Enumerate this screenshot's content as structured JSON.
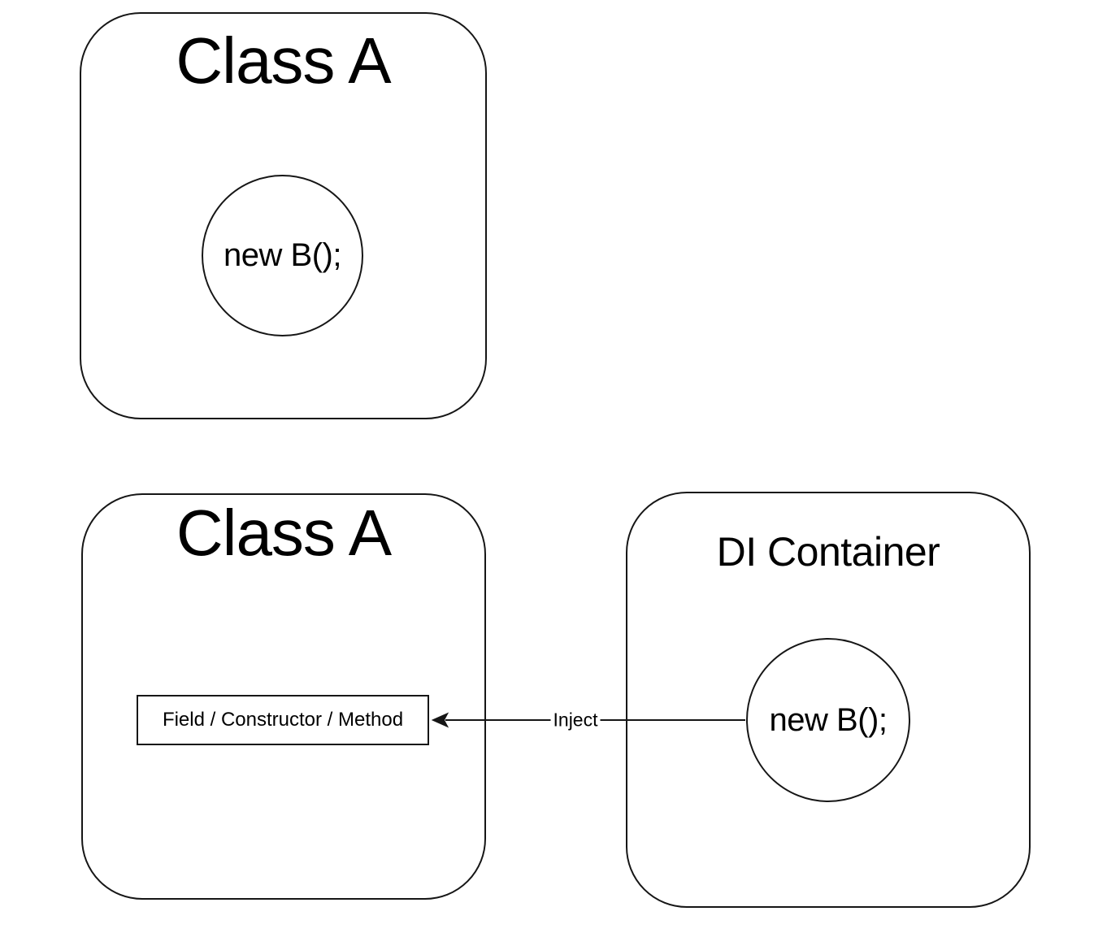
{
  "diagram": {
    "before": {
      "box_title": "Class A",
      "circle_label": "new B();"
    },
    "after": {
      "box_title": "Class A",
      "inner_box_label": "Field / Constructor / Method"
    },
    "container": {
      "box_title": "DI Container",
      "circle_label": "new B();"
    },
    "arrow": {
      "label": "Inject",
      "direction": "right-to-left"
    },
    "colors": {
      "stroke": "#161616",
      "text": "#000000",
      "background": "#ffffff"
    }
  }
}
